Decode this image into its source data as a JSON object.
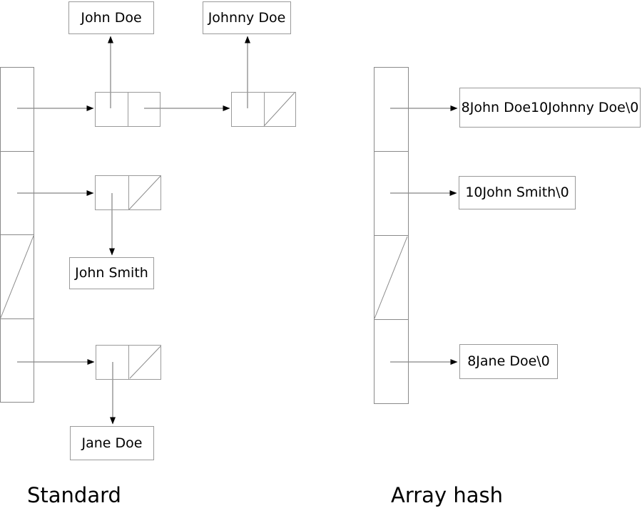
{
  "standard_diagram": {
    "caption": "Standard",
    "string_labels": [
      "John Doe",
      "Johnny Doe",
      "John Smith",
      "Jane Doe"
    ]
  },
  "array_hash_diagram": {
    "caption": "Array hash",
    "slot_values": [
      "8John Doe10Johnny Doe\\0",
      "10John Smith\\0",
      "8Jane Doe\\0"
    ]
  }
}
